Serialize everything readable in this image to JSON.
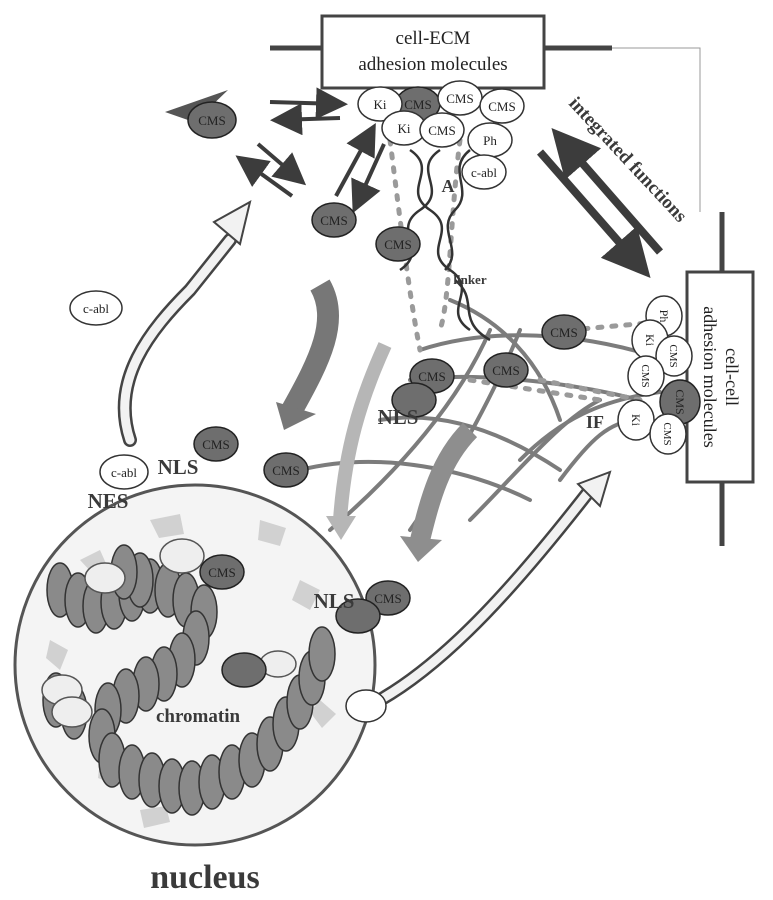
{
  "boxes": {
    "ecm": {
      "line1": "cell-ECM",
      "line2": "adhesion molecules"
    },
    "cellcell": {
      "line1": "cell-cell",
      "line2": "adhesion molecules"
    }
  },
  "labels": {
    "integrated": "integrated functions",
    "linker": "linker",
    "if_label": "IF",
    "actin": "A",
    "nls": "NLS",
    "nes": "NES",
    "chromatin": "chromatin",
    "nucleus": "nucleus"
  },
  "molecules": {
    "cms": "CMS",
    "ki": "Ki",
    "ph": "Ph",
    "cabl": "c-abl"
  },
  "colors": {
    "dark_molecule": "#6e6e6e",
    "light_molecule": "#ffffff",
    "arrow_dark": "#3c3c3c",
    "filament": "#7c7c7c",
    "chromatin": "#8a8a8a",
    "speckle": "#c9c9c9"
  }
}
